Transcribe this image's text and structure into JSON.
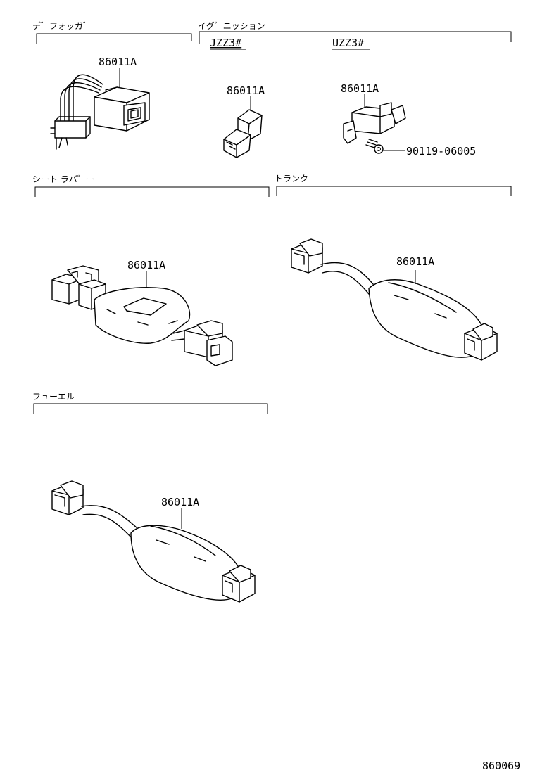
{
  "sections": {
    "defogger": "デ゛フォッガ゛",
    "ignition": "イグ゛ニッション",
    "seat_rubber": "シート ラバ゛ー",
    "trunk": "トランク",
    "fuel": "フューエル"
  },
  "variants": {
    "jzz": "JZZ3#",
    "uzz": "UZZ3#"
  },
  "parts": {
    "defogger_part": "86011A",
    "ignition_jzz_part": "86011A",
    "ignition_uzz_part": "86011A",
    "ignition_screw": "90119-06005",
    "seat_part": "86011A",
    "trunk_part": "86011A",
    "fuel_part": "86011A"
  },
  "diagram_id": "860069"
}
